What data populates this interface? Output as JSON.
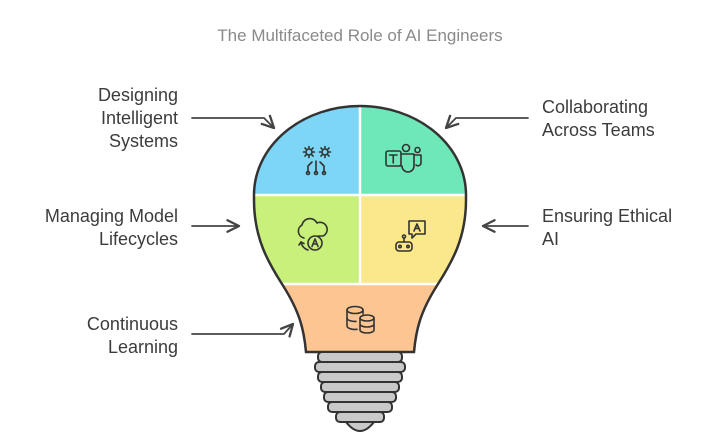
{
  "title": "The Multifaceted Role of AI Engineers",
  "segments": [
    {
      "id": "designing",
      "lines": [
        "Designing",
        "Intelligent",
        "Systems"
      ],
      "color": "#7dd6f5",
      "icon": "gears-network-icon"
    },
    {
      "id": "collaborating",
      "lines": [
        "Collaborating",
        "Across Teams"
      ],
      "color": "#6ee8b8",
      "icon": "teams-icon"
    },
    {
      "id": "managing",
      "lines": [
        "Managing Model",
        "Lifecycles"
      ],
      "color": "#c8f07a",
      "icon": "cloud-ai-cycle-icon"
    },
    {
      "id": "ethical",
      "lines": [
        "Ensuring Ethical",
        "AI"
      ],
      "color": "#fbe88a",
      "icon": "robot-ai-chat-icon"
    },
    {
      "id": "learning",
      "lines": [
        "Continuous",
        "Learning"
      ],
      "color": "#fcc591",
      "icon": "database-stack-icon"
    }
  ],
  "colors": {
    "outline": "#333333",
    "base": "#c9c9c9",
    "arrow": "#444444"
  }
}
